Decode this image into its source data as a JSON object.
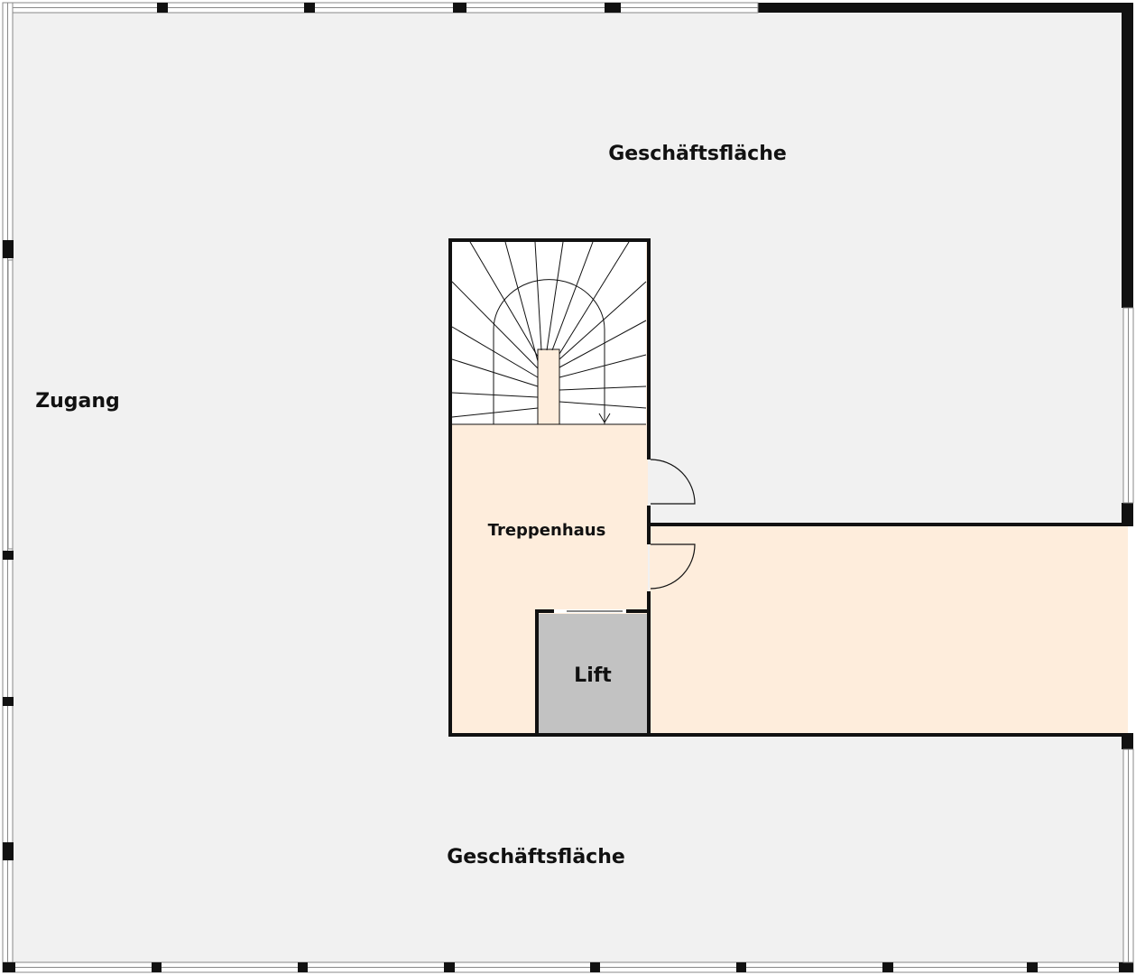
{
  "floor_plan": {
    "rooms": [
      {
        "key": "business_top",
        "label": "Geschäftsfläche"
      },
      {
        "key": "access",
        "label": "Zugang"
      },
      {
        "key": "stairwell",
        "label": "Treppenhaus"
      },
      {
        "key": "lift",
        "label": "Lift"
      },
      {
        "key": "business_bottom",
        "label": "Geschäftsfläche"
      }
    ]
  },
  "colors": {
    "floor": "#f1f1f1",
    "circulation": "#feeddc",
    "lift": "#c2c2c2",
    "wall": "#111111",
    "window": "#ffffff"
  }
}
